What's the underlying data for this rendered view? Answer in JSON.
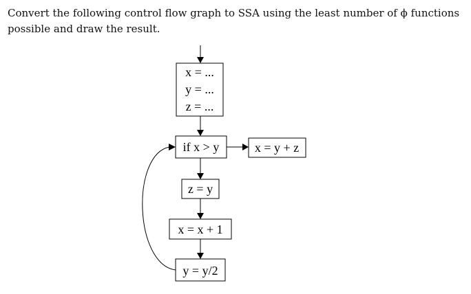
{
  "question": {
    "line1": "Convert the following control flow graph to SSA using the least number of ϕ functions",
    "line2": "possible and draw the result."
  },
  "cfg": {
    "block1": {
      "line1": "x = ...",
      "line2": "y = ...",
      "line3": "z = ..."
    },
    "block2": {
      "line1": "if x > y"
    },
    "block3": {
      "line1": "x = y + z"
    },
    "block4": {
      "line1": "z = y"
    },
    "block5": {
      "line1": "x = x + 1"
    },
    "block6": {
      "line1": "y = y/2"
    }
  }
}
